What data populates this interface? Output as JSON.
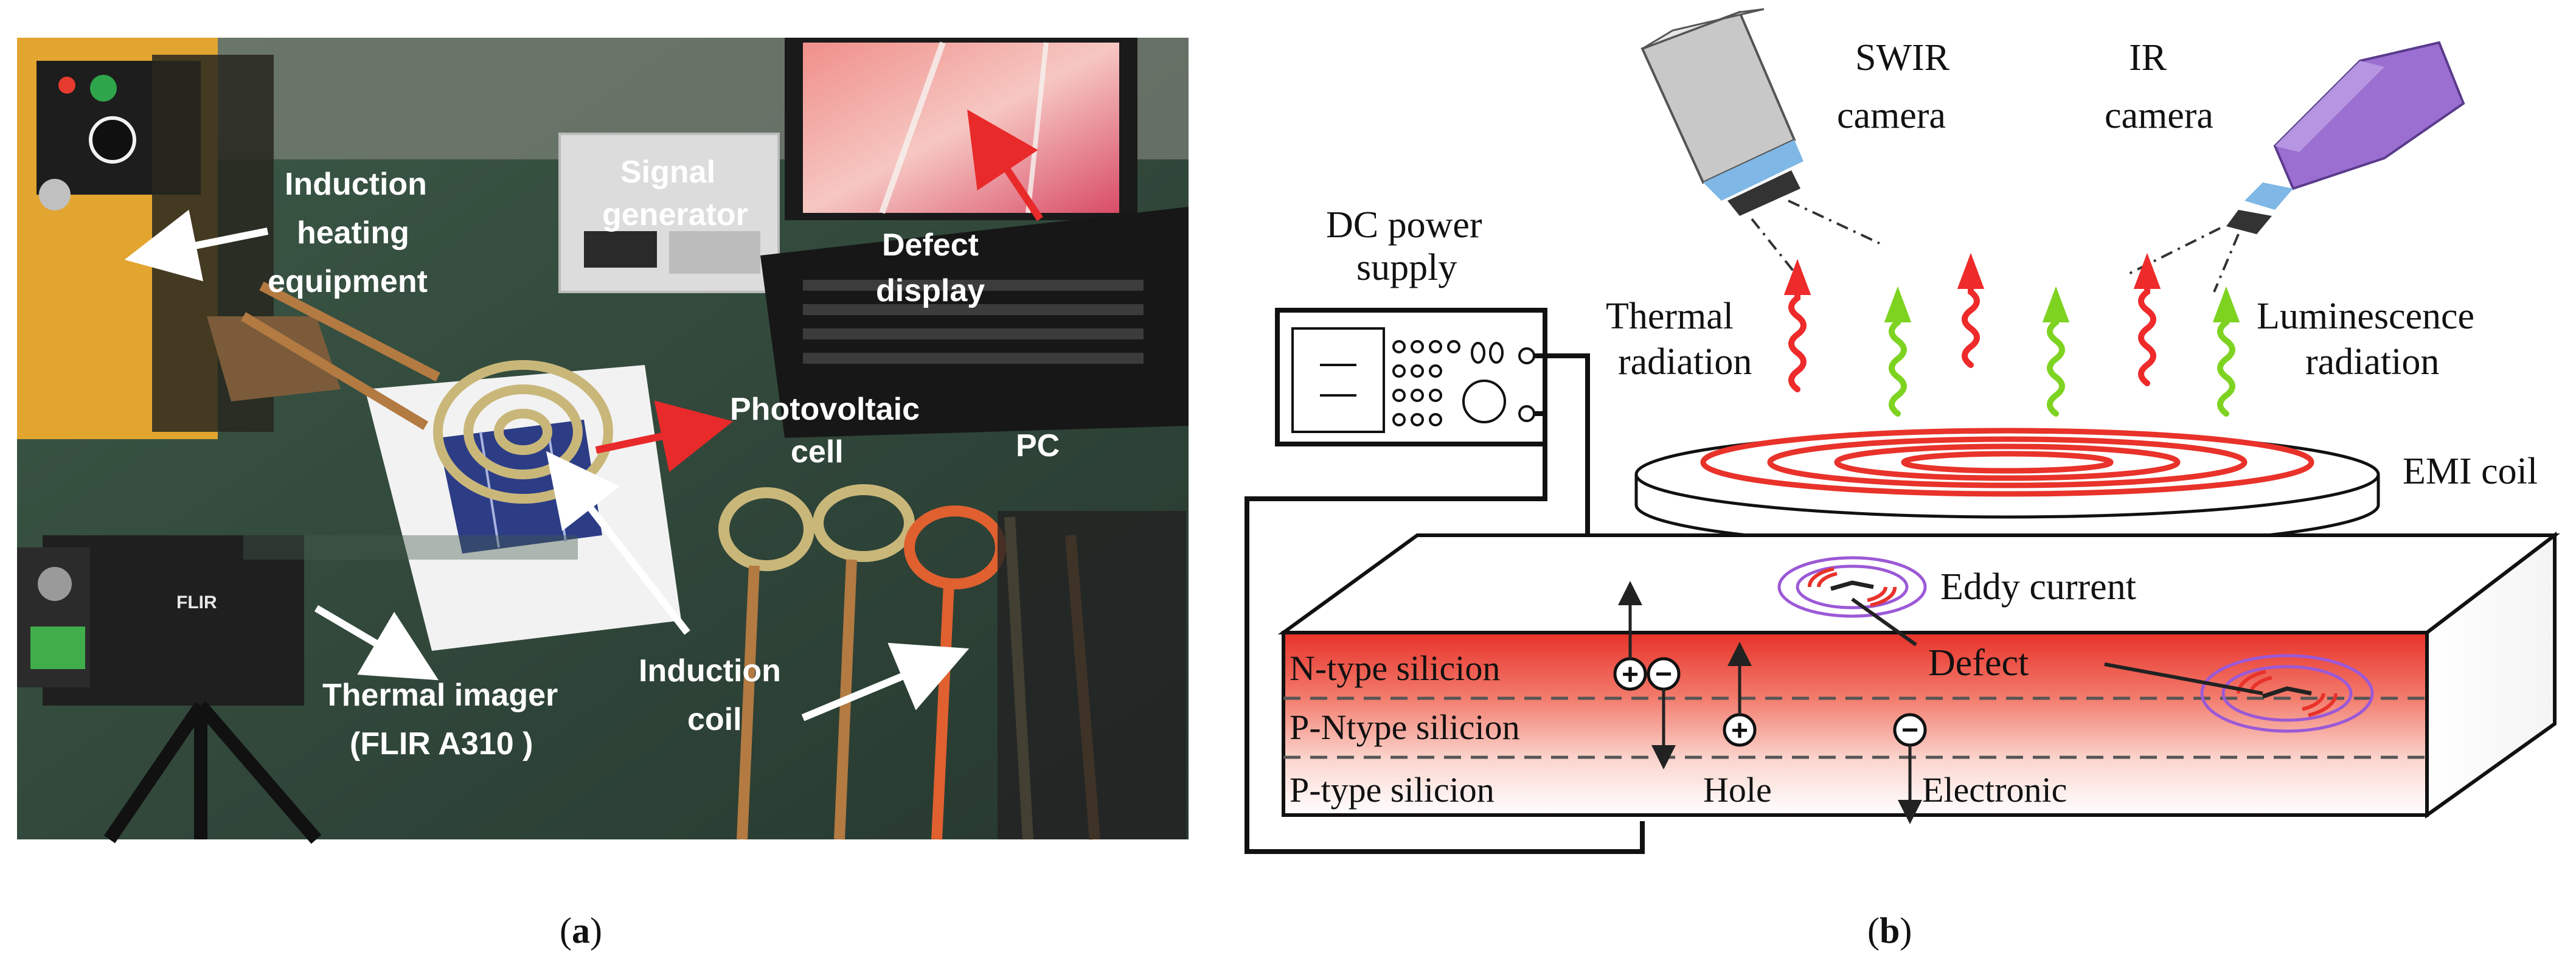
{
  "panel_a": {
    "caption_prefix": "(",
    "caption_letter": "a",
    "caption_suffix": ")",
    "labels": {
      "induction_heating_1": "Induction",
      "induction_heating_2": "heating",
      "induction_heating_3": "equipment",
      "signal_generator_1": "Signal",
      "signal_generator_2": "generator",
      "defect_display_1": "Defect",
      "defect_display_2": "display",
      "photovoltaic_1": "Photovoltaic",
      "photovoltaic_2": "cell",
      "pc": "PC",
      "thermal_imager_1": "Thermal imager",
      "thermal_imager_2": "(FLIR A310 )",
      "induction_coil_1": "Induction",
      "induction_coil_2": "coil",
      "flir_logo": "FLIR"
    }
  },
  "panel_b": {
    "caption_prefix": "(",
    "caption_letter": "b",
    "caption_suffix": ")",
    "labels": {
      "dc_power_1": "DC power",
      "dc_power_2": "supply",
      "swir_1": "SWIR",
      "swir_2": "camera",
      "ir_1": "IR",
      "ir_2": "camera",
      "thermal_1": "Thermal",
      "thermal_2": "radiation",
      "lum_1": "Luminescence",
      "lum_2": "radiation",
      "emi_coil": "EMI coil",
      "eddy_current": "Eddy current",
      "defect": "Defect",
      "n_type": "N-type silicion",
      "pn_type": "P-Ntype silicion",
      "p_type": "P-type silicion",
      "hole": "Hole",
      "electronic": "Electronic",
      "plus": "+",
      "minus": "−"
    },
    "colors": {
      "red_radiation": "#ee2a2a",
      "green_radiation": "#7ed321",
      "ir_camera": "#9a6fd1",
      "eddy_ring": "#9b59d6",
      "n_layer": "#e8322a"
    }
  }
}
